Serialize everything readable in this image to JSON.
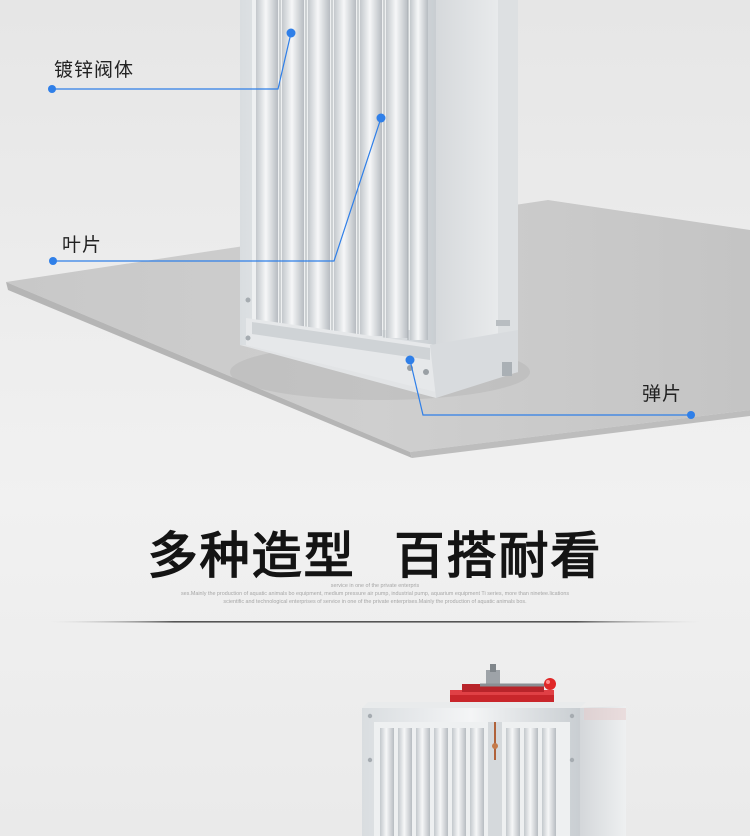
{
  "callouts": {
    "body": "镀锌阀体",
    "blade": "叶片",
    "spring": "弹片"
  },
  "headline": "多种造型  百搭耐看",
  "subtext": [
    "service in one of the private enterpris",
    "ses.Mainly the production of aquatic animals bo equipment, medium pressure air pump, industrial pump, aquarium equipment Ti series, more than ninetee.lications",
    "scientific and technological enterprises of service in one of the private enterprises.Mainly the production of aquatic animals bos."
  ],
  "colors": {
    "callout_line": "#2f7fe8",
    "background": "#ececec",
    "actuator": "#d62a2a"
  }
}
